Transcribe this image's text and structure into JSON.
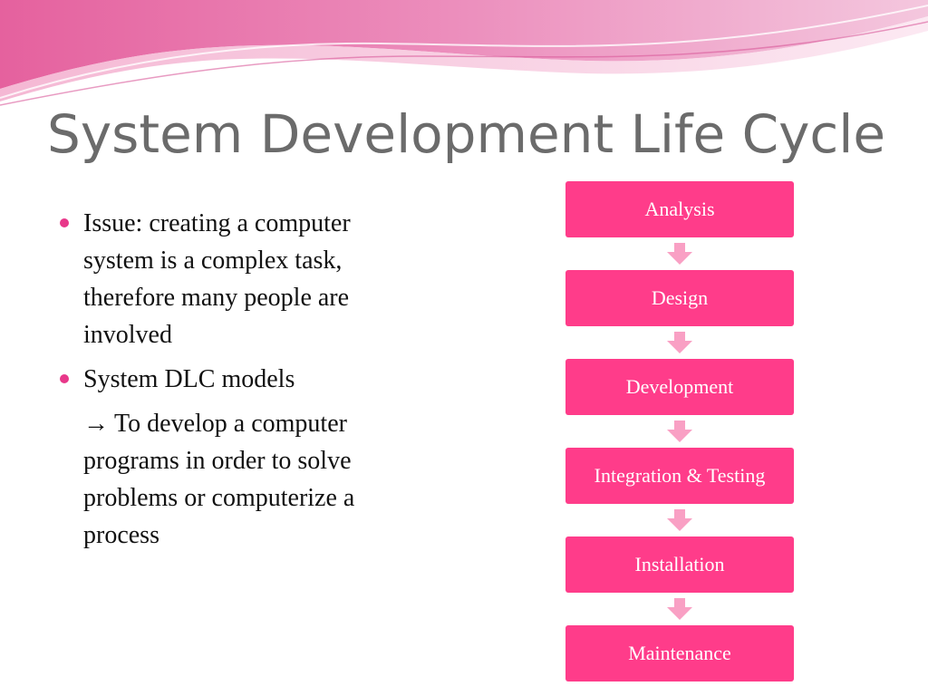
{
  "slide": {
    "title": "System Development Life Cycle"
  },
  "content": {
    "bullets": [
      {
        "text": "Issue: creating a computer system is a complex task, therefore many people are involved"
      },
      {
        "text": "System DLC models"
      }
    ],
    "sub_paragraph": {
      "arrow": "→",
      "text": "To develop a computer programs in order to solve problems or computerize a process"
    }
  },
  "flow": {
    "steps": [
      {
        "label": "Analysis"
      },
      {
        "label": "Design"
      },
      {
        "label": "Development"
      },
      {
        "label": "Integration & Testing"
      },
      {
        "label": "Installation"
      },
      {
        "label": "Maintenance"
      }
    ]
  },
  "colors": {
    "accent": "#ff3c8a",
    "arrow": "#f9a0c4",
    "title": "#6b6b6b",
    "bullet": "#e8388a",
    "wave": "#e36aa3"
  }
}
